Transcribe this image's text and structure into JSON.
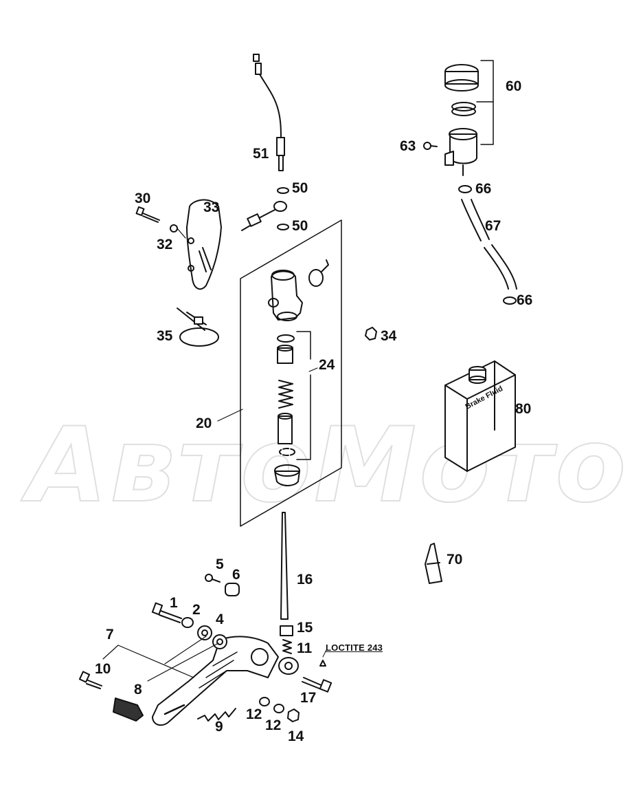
{
  "watermark": "АвтоМото",
  "jug_label": "Brake Fluid",
  "note": "LOCTITE 243",
  "callouts": {
    "c1": "1",
    "c2": "2",
    "c4": "4",
    "c5": "5",
    "c6": "6",
    "c7": "7",
    "c8": "8",
    "c9": "9",
    "c10": "10",
    "c11": "11",
    "c12a": "12",
    "c12b": "12",
    "c14": "14",
    "c15": "15",
    "c16": "16",
    "c17": "17",
    "c20": "20",
    "c24": "24",
    "c30": "30",
    "c32": "32",
    "c33": "33",
    "c34": "34",
    "c35": "35",
    "c50a": "50",
    "c50b": "50",
    "c51": "51",
    "c60": "60",
    "c63": "63",
    "c66a": "66",
    "c66b": "66",
    "c67": "67",
    "c70": "70",
    "c80": "80"
  }
}
